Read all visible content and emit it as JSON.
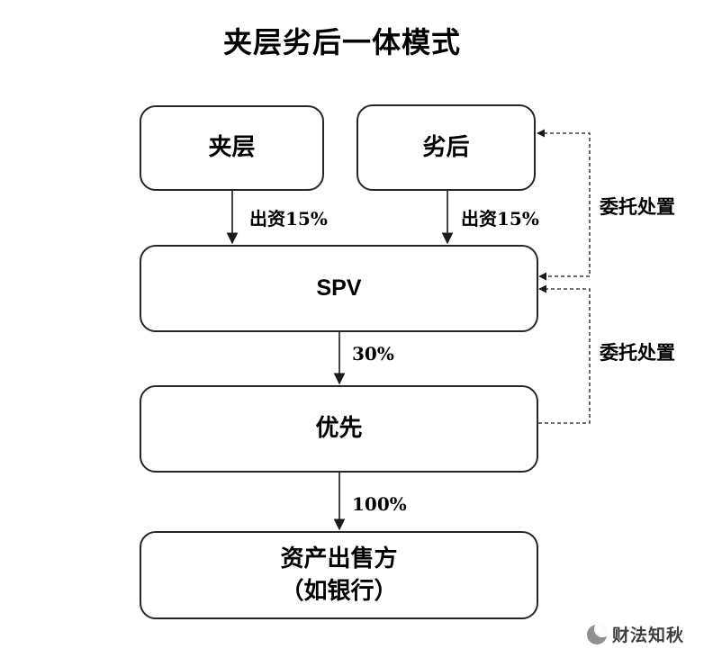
{
  "title": "夹层劣后一体模式",
  "nodes": {
    "mezzanine": {
      "label": "夹层"
    },
    "subordinate": {
      "label": "劣后"
    },
    "spv": {
      "label": "SPV"
    },
    "senior": {
      "label": "优先"
    },
    "seller": {
      "line1": "资产出售方",
      "line2": "（如银行）"
    }
  },
  "edges": {
    "mezzanine_to_spv": {
      "label": "出资15%"
    },
    "subordinate_to_spv": {
      "label": "出资15%"
    },
    "spv_to_senior": {
      "label": "30%"
    },
    "senior_to_seller": {
      "label": "100%"
    },
    "entrust_upper": {
      "label": "委托处置"
    },
    "entrust_lower": {
      "label": "委托处置"
    }
  },
  "watermark": {
    "text": "财法知秋"
  },
  "colors": {
    "line": "#1a1a1a",
    "text": "#000000",
    "background": "#ffffff",
    "watermark_text": "#3f3f3f",
    "watermark_logo": "#8f8f8f"
  }
}
